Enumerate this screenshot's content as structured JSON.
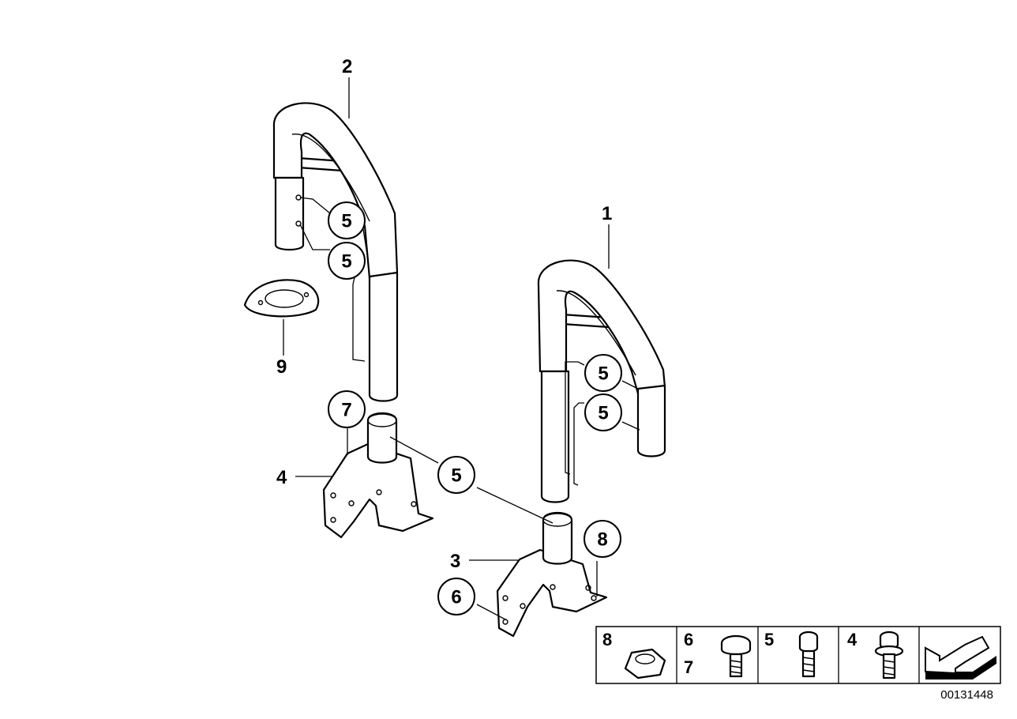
{
  "diagram": {
    "diagram_id": "00131448",
    "parts": {
      "roll_bar_right": {
        "label": "1"
      },
      "roll_bar_left": {
        "label": "2"
      },
      "bracket_right": {
        "label": "3"
      },
      "bracket_left": {
        "label": "4"
      },
      "grommet_cover": {
        "label": "9"
      }
    },
    "callouts": {
      "c5_a": "5",
      "c5_b": "5",
      "c5_c": "5",
      "c5_d": "5",
      "c5_e": "5",
      "c6": "6",
      "c7": "7",
      "c8": "8"
    },
    "legend": {
      "cells": [
        {
          "labels": [
            "8"
          ],
          "icon": "hex-flange-nut-icon"
        },
        {
          "labels": [
            "6",
            "7"
          ],
          "icon": "countersunk-screw-icon"
        },
        {
          "labels": [
            "5"
          ],
          "icon": "hex-socket-bolt-icon"
        },
        {
          "labels": [
            "4"
          ],
          "icon": "flange-bolt-with-washer-icon"
        },
        {
          "labels": [],
          "icon": "direction-arrow-icon"
        }
      ]
    }
  }
}
